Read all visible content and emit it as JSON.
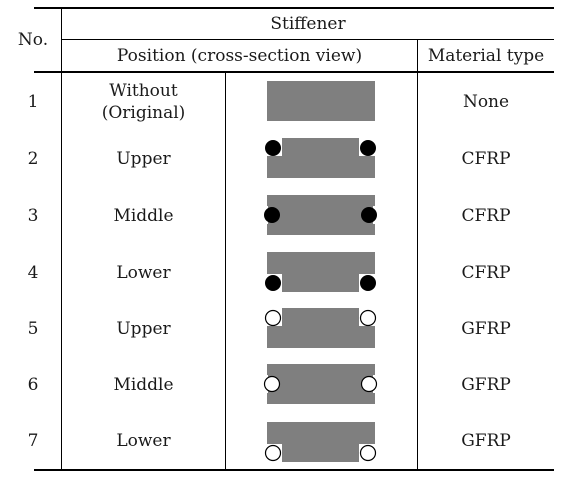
{
  "table": {
    "header": {
      "no": "No.",
      "group": "Stiffener",
      "position": "Position (cross-section view)",
      "material": "Material type"
    },
    "rows": [
      {
        "no": "1",
        "position_line1": "Without",
        "position_line2": "(Original)",
        "material": "None",
        "stiffener": "none"
      },
      {
        "no": "2",
        "position": "Upper",
        "material": "CFRP",
        "stiffener": "upper-filled"
      },
      {
        "no": "3",
        "position": "Middle",
        "material": "CFRP",
        "stiffener": "middle-filled"
      },
      {
        "no": "4",
        "position": "Lower",
        "material": "CFRP",
        "stiffener": "lower-filled"
      },
      {
        "no": "5",
        "position": "Upper",
        "material": "GFRP",
        "stiffener": "upper-open"
      },
      {
        "no": "6",
        "position": "Middle",
        "material": "GFRP",
        "stiffener": "middle-open"
      },
      {
        "no": "7",
        "position": "Lower",
        "material": "GFRP",
        "stiffener": "lower-open"
      }
    ]
  },
  "colors": {
    "beam": "#7f7f7f",
    "cfrp": "#000000",
    "gfrp": "#ffffff"
  }
}
